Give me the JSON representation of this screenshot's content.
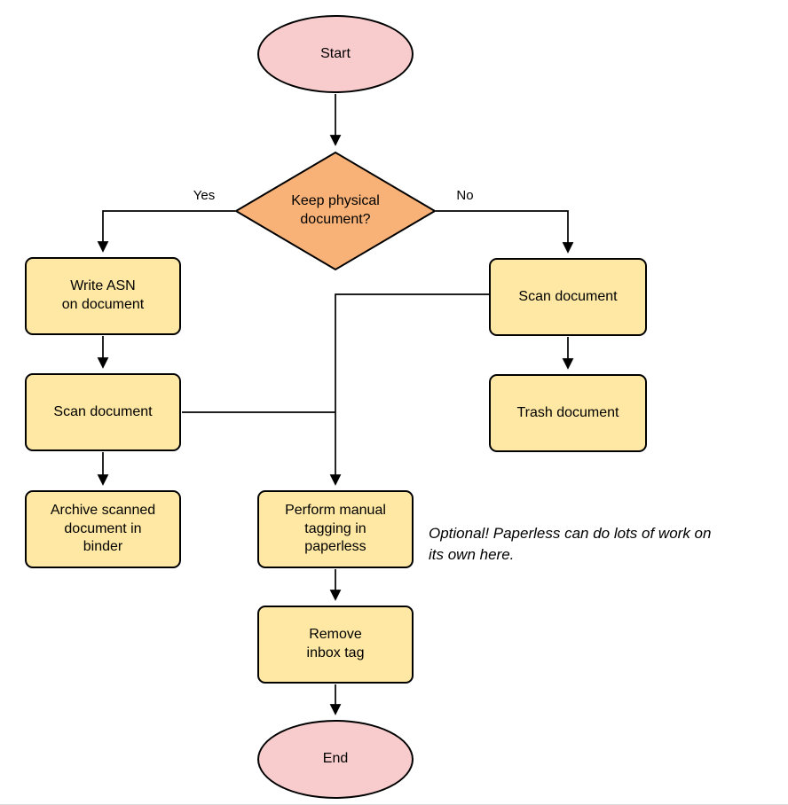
{
  "diagram": {
    "type": "flowchart",
    "nodes": {
      "start": {
        "label": "Start",
        "shape": "ellipse"
      },
      "decision": {
        "label": "Keep physical\ndocument?",
        "shape": "diamond"
      },
      "write_asn": {
        "label": "Write ASN\non document",
        "shape": "rect"
      },
      "scan_left": {
        "label": "Scan document",
        "shape": "rect"
      },
      "archive": {
        "label": "Archive scanned\ndocument in\nbinder",
        "shape": "rect"
      },
      "scan_right": {
        "label": "Scan document",
        "shape": "rect"
      },
      "trash": {
        "label": "Trash document",
        "shape": "rect"
      },
      "tagging": {
        "label": "Perform manual\ntagging in\npaperless",
        "shape": "rect"
      },
      "remove_inbox": {
        "label": "Remove\ninbox tag",
        "shape": "rect"
      },
      "end": {
        "label": "End",
        "shape": "ellipse"
      }
    },
    "edge_labels": {
      "yes": "Yes",
      "no": "No"
    },
    "annotation": "Optional! Paperless can do lots of work on\nits own here.",
    "colors": {
      "terminal_fill": "#F8CBCC",
      "decision_fill": "#F8B277",
      "process_fill": "#FFE8A3",
      "stroke": "#000000",
      "background": "#FFFFFF"
    }
  }
}
